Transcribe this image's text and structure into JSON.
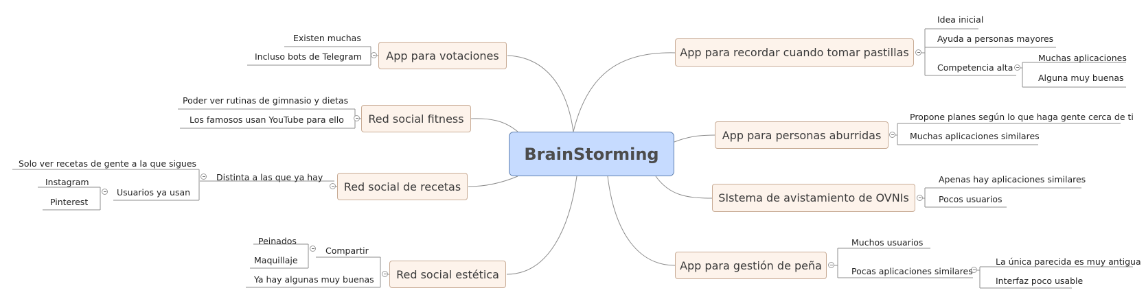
{
  "root": "BrainStorming",
  "branches": {
    "pastillas": {
      "title": "App para recordar cuando tomar pastillas",
      "idea": "Idea inicial",
      "ayuda": "Ayuda a personas mayores",
      "competencia": "Competencia alta",
      "muchas": "Muchas aplicaciones",
      "alguna": "Alguna muy buenas"
    },
    "aburridas": {
      "title": "App para personas aburridas",
      "propone": "Propone planes según lo que haga gente cerca de ti",
      "similares": "Muchas aplicaciones similares"
    },
    "ovnis": {
      "title": "SIstema de avistamiento de OVNIs",
      "apenas": "Apenas hay aplicaciones similares",
      "pocos": "Pocos usuarios"
    },
    "pena": {
      "title": "App para gestión de peña",
      "muchos": "Muchos usuarios",
      "pocas": "Pocas aplicaciones similares",
      "antigua": "La única parecida es muy antigua",
      "interfaz": "Interfaz poco usable"
    },
    "votaciones": {
      "title": "App para votaciones",
      "existen": "Existen muchas",
      "bots": "Incluso bots de Telegram"
    },
    "fitness": {
      "title": "Red social fitness",
      "rutinas": "Poder ver rutinas de gimnasio y dietas",
      "youtube": "Los famosos usan YouTube para ello"
    },
    "recetas": {
      "title": "Red social de recetas",
      "distinta": "Distinta a las que ya hay",
      "solo": "Solo  ver  recetas de gente a la que sigues",
      "usuarios": "Usuarios ya usan",
      "instagram": "Instagram",
      "pinterest": "Pinterest"
    },
    "estetica": {
      "title": "Red social estética",
      "compartir": "Compartir",
      "peinados": "Peinados",
      "maquillaje": "Maquillaje",
      "algunas": "Ya hay algunas muy buenas"
    }
  }
}
